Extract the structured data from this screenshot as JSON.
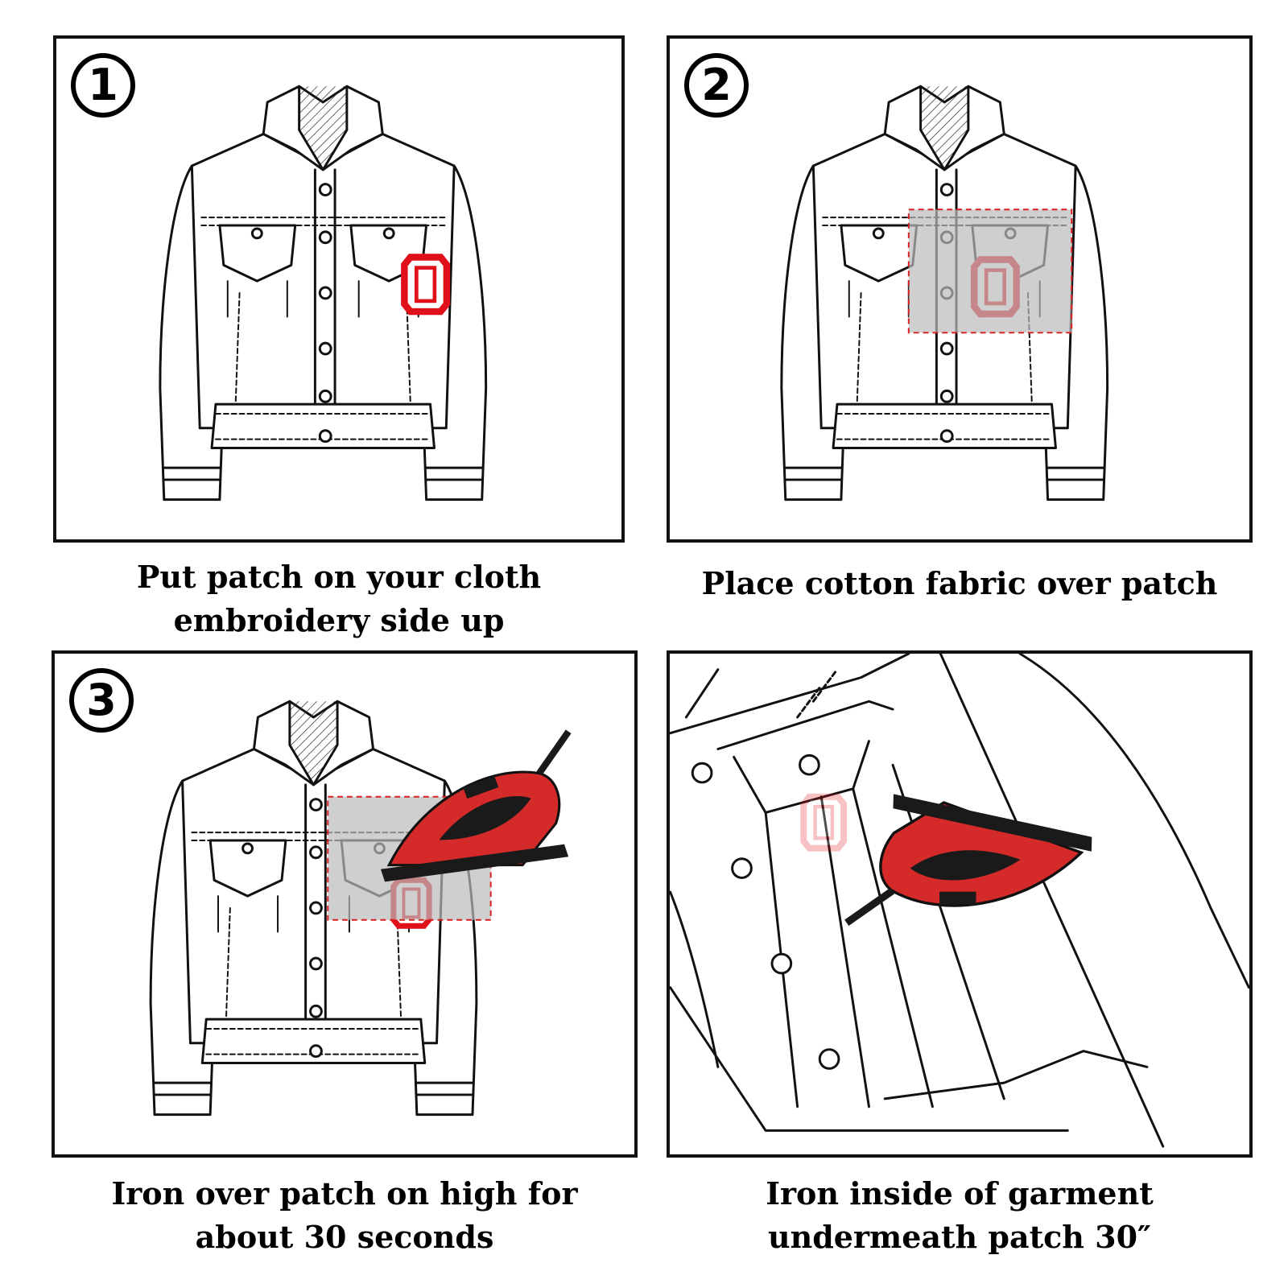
{
  "steps": [
    {
      "number": "1",
      "caption_lines": [
        "Put patch on your cloth",
        "embroidery side up"
      ]
    },
    {
      "number": "2",
      "caption_lines": [
        "Place cotton fabric over patch"
      ]
    },
    {
      "number": "3",
      "caption_lines": [
        "Iron over patch on high for",
        "about 30 seconds"
      ]
    },
    {
      "number": "",
      "caption_lines": [
        "Iron inside of garment",
        "undermeath patch 30″"
      ]
    }
  ],
  "patch": {
    "letter_shape": "O",
    "color": "#e0101a"
  },
  "iron": {
    "body_color": "#d42a2a",
    "sole_color": "#1a1a1a"
  },
  "fabric": {
    "fill": "#cfcfcf",
    "outline": "#d81e1e"
  }
}
